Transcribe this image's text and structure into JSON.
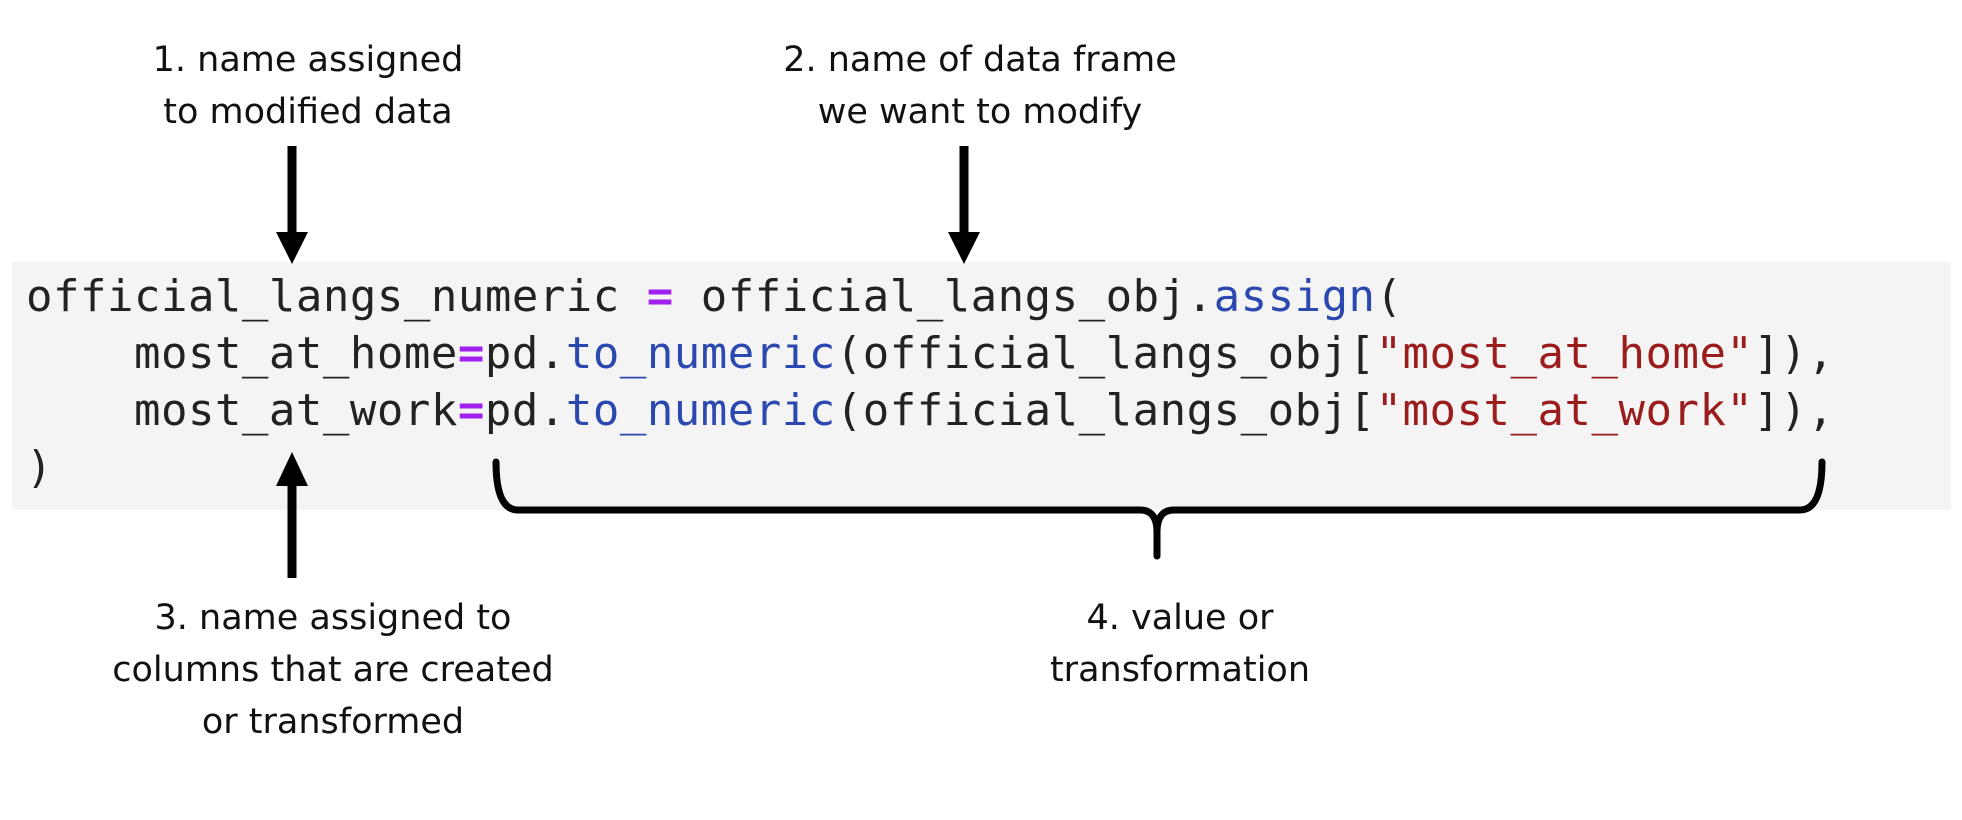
{
  "annotations": {
    "label_1": [
      "1. name assigned",
      "to modified data"
    ],
    "label_2": [
      "2. name of data frame",
      "we want to modify"
    ],
    "label_3": [
      "3. name assigned to",
      "columns that are created",
      "or transformed"
    ],
    "label_4": [
      "4. value or",
      "transformation"
    ]
  },
  "code": {
    "line1": {
      "target": "official_langs_numeric",
      "eq": " = ",
      "obj": "official_langs_obj",
      "dot": ".",
      "method": "assign",
      "open": "("
    },
    "line2": {
      "indent": "    ",
      "col": "most_at_home",
      "eq": "=",
      "mod": "pd.",
      "fn": "to_numeric",
      "pre": "(official_langs_obj[",
      "str": "\"most_at_home\"",
      "post": "]),"
    },
    "line3": {
      "indent": "    ",
      "col": "most_at_work",
      "eq": "=",
      "mod": "pd.",
      "fn": "to_numeric",
      "pre": "(official_langs_obj[",
      "str": "\"most_at_work\"",
      "post": "]),"
    },
    "line4": ")"
  },
  "colors": {
    "operator": "#a020f0",
    "function": "#2b47b0",
    "string": "#9b1c1c",
    "code_background": "#f4f4f4"
  }
}
